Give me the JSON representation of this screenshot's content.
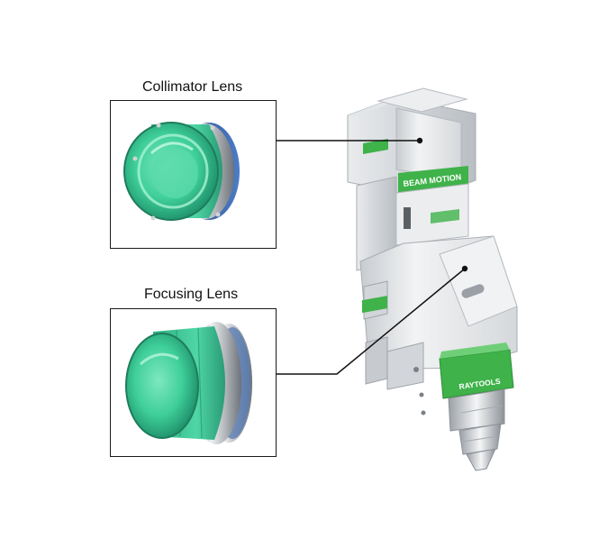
{
  "collimator": {
    "label": "Collimator Lens"
  },
  "focusing": {
    "label": "Focusing Lens"
  },
  "head": {
    "band_text": "BEAM MOTION",
    "brand_text": "RAYTOOLS"
  },
  "colors": {
    "lens_green": "#3fcf9a",
    "lens_dark": "#1f8f6a",
    "accent_green": "#3fb24a",
    "metal": "#d9dcdf",
    "line": "#111111"
  }
}
